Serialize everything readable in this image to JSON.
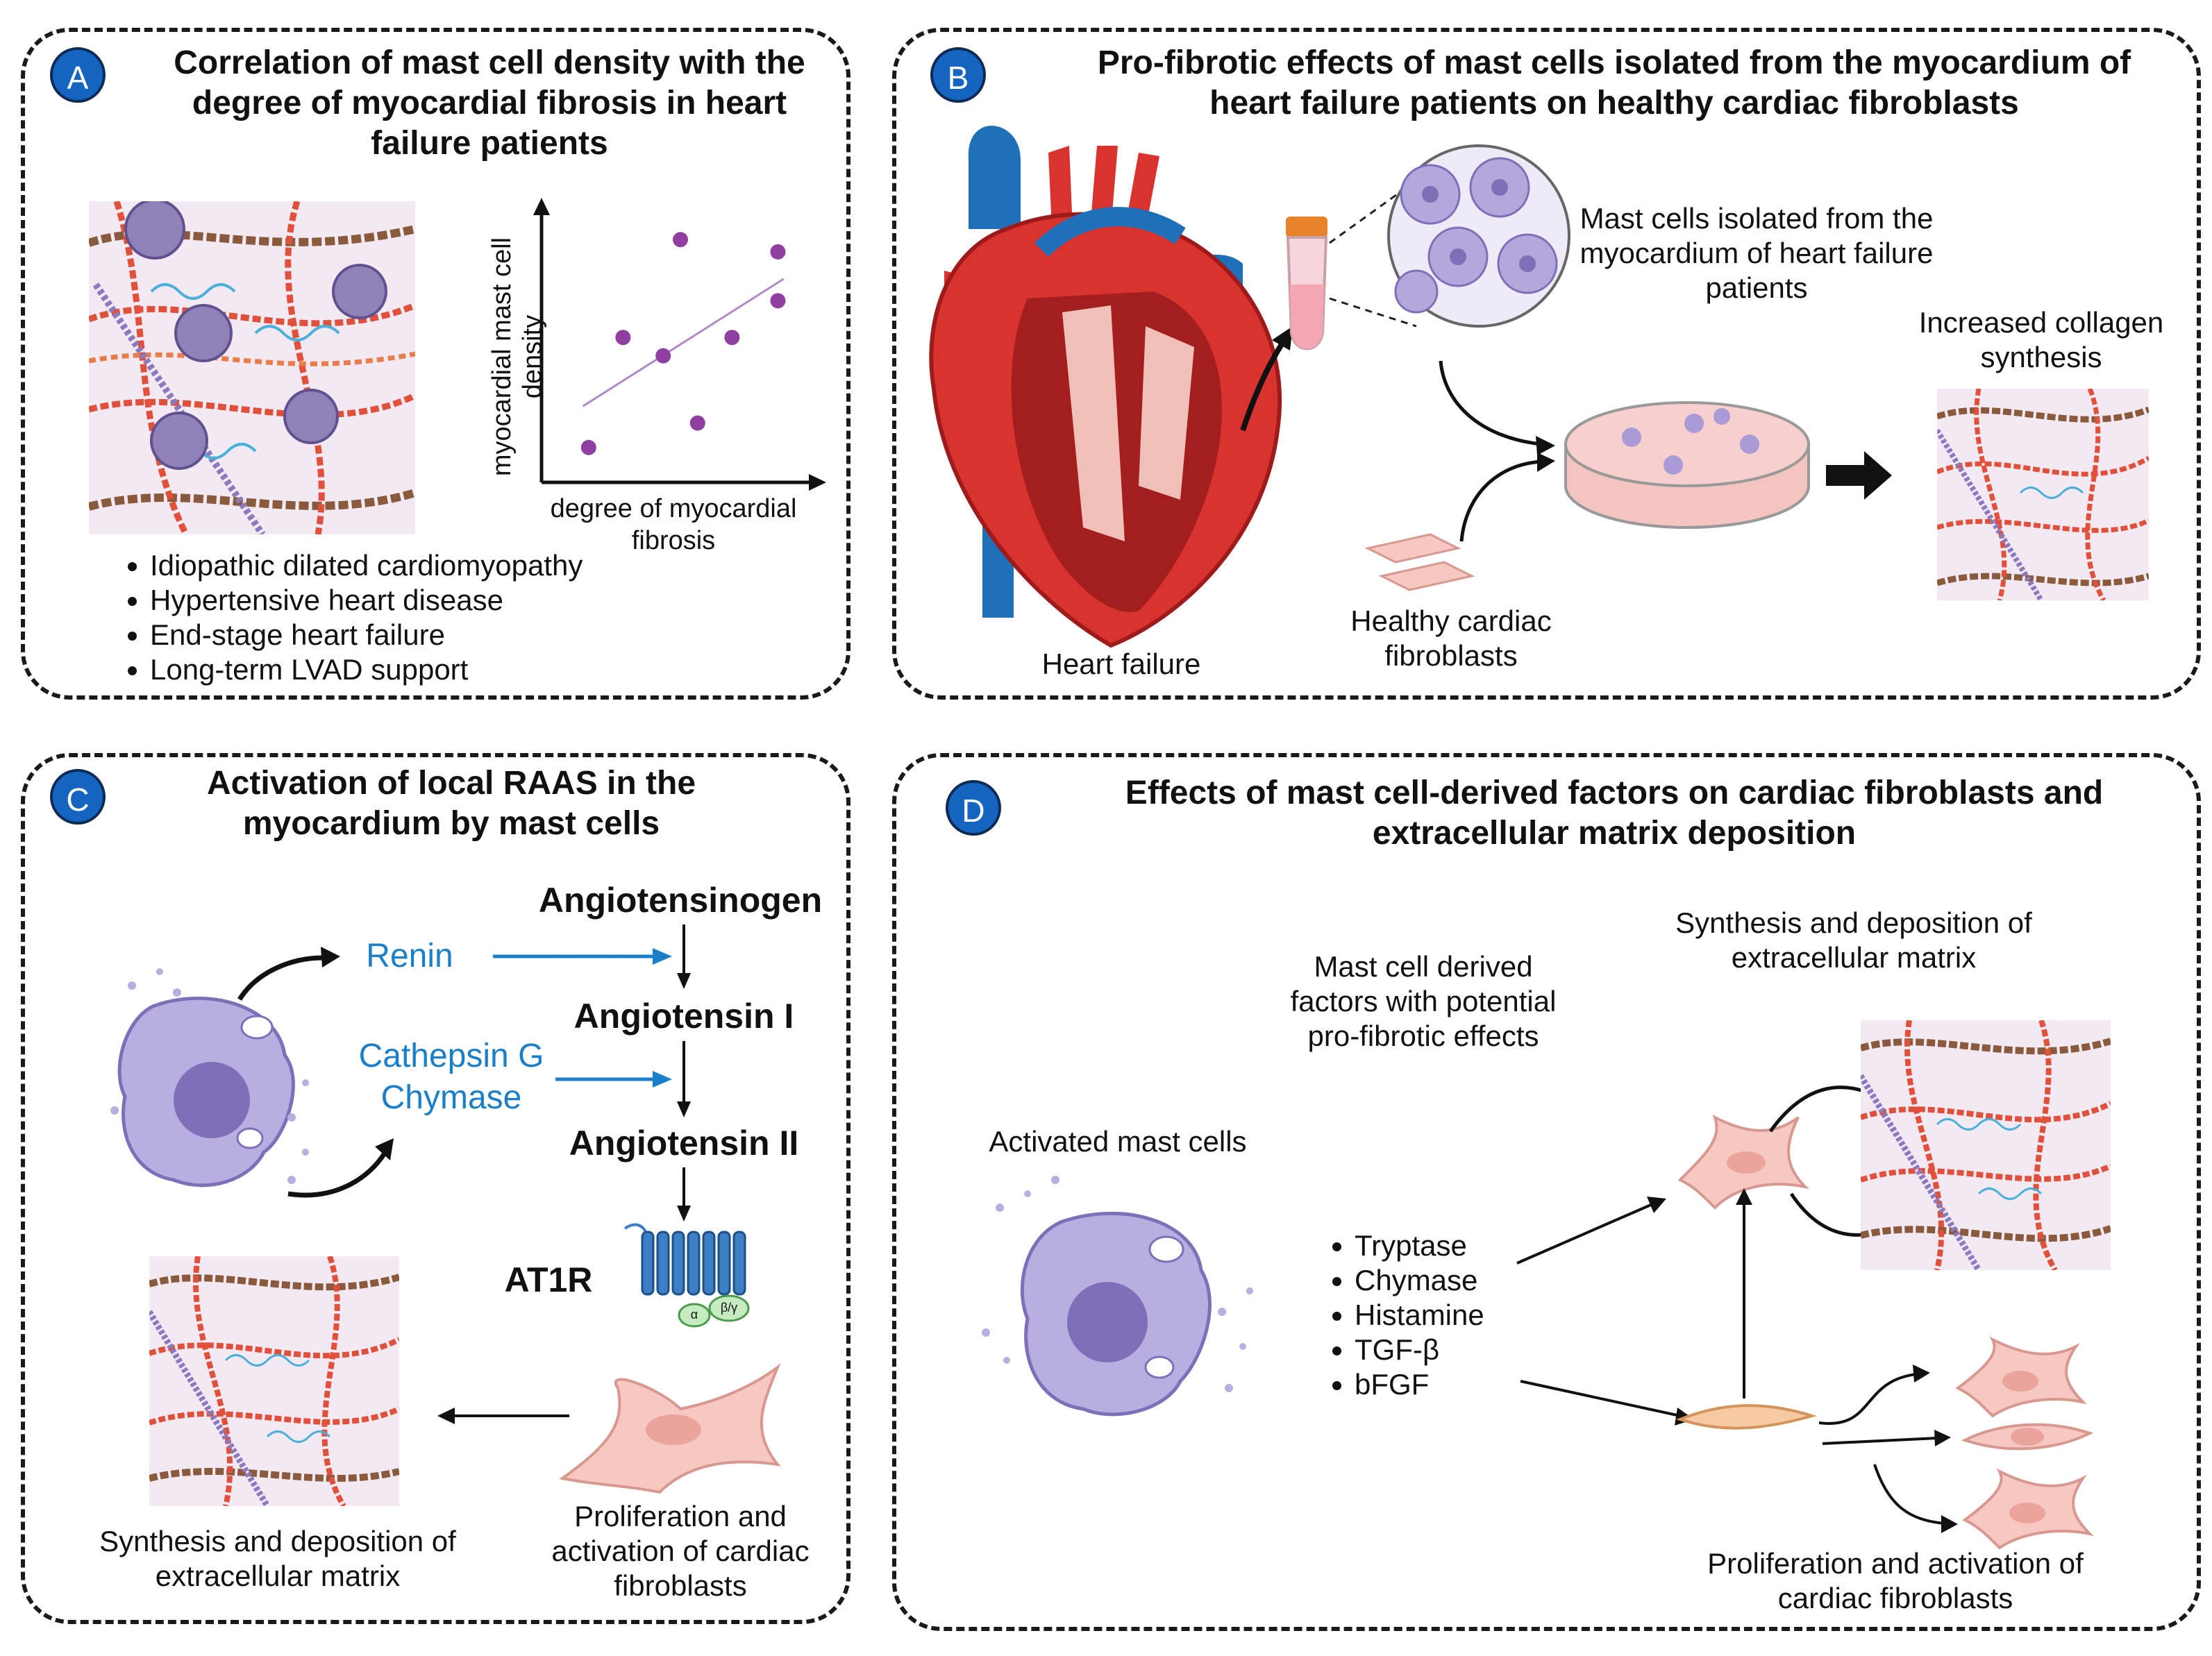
{
  "panels": {
    "a": {
      "badge": "A",
      "title": "Correlation of mast cell density with the degree of myocardial fibrosis in heart failure patients",
      "ylabel": "myocardial mast cell density",
      "xlabel": "degree of myocardial fibrosis",
      "list": [
        "Idiopathic dilated cardiomyopathy",
        "Hypertensive heart disease",
        "End-stage heart failure",
        "Long-term LVAD support"
      ]
    },
    "b": {
      "badge": "B",
      "title": "Pro-fibrotic effects of mast cells isolated from the myocardium of heart failure patients on healthy cardiac fibroblasts",
      "heart_label": "Heart failure",
      "mast_label": "Mast cells isolated from the myocardium of heart failure patients",
      "fibro_label": "Healthy cardiac fibroblasts",
      "result_label": "Increased collagen synthesis"
    },
    "c": {
      "badge": "C",
      "title": "Activation of local RAAS in the myocardium by mast cells",
      "renin": "Renin",
      "cathepsin": "Cathepsin G",
      "chymase": "Chymase",
      "angiotensinogen": "Angiotensinogen",
      "ang1": "Angiotensin I",
      "ang2": "Angiotensin II",
      "at1r": "AT1R",
      "alpha": "α",
      "betagamma": "β/γ",
      "ecm_label": "Synthesis and deposition of extracellular matrix",
      "fibro_label": "Proliferation and activation of cardiac fibroblasts"
    },
    "d": {
      "badge": "D",
      "title": "Effects of mast cell-derived factors on cardiac fibroblasts and extracellular matrix deposition",
      "factors_label": "Mast cell derived factors with potential pro-fibrotic effects",
      "ecm_label": "Synthesis and deposition of extracellular matrix",
      "activated_label": "Activated mast cells",
      "factors": [
        "Tryptase",
        "Chymase",
        "Histamine",
        "TGF-β",
        "bFGF"
      ],
      "fibro_label": "Proliferation and activation of cardiac fibroblasts"
    }
  },
  "colors": {
    "badge": "#1565c0",
    "accent_blue": "#1a7fc8",
    "mast_cell": "#a99bd6",
    "fibroblast": "#f4b6b2",
    "heart_red": "#d8332e",
    "vein_blue": "#1f70b8",
    "collagen_red": "#e0503a",
    "collagen_brown": "#8a5a3c",
    "receptor_blue": "#3d7fc4"
  },
  "chart_data": {
    "type": "scatter",
    "xlabel": "degree of myocardial fibrosis",
    "ylabel": "myocardial mast cell density",
    "x": [
      0.7,
      1.3,
      2.0,
      2.3,
      2.6,
      3.2,
      4.0,
      4.0
    ],
    "y": [
      0.4,
      2.2,
      1.9,
      3.8,
      0.8,
      2.2,
      2.8,
      3.6
    ],
    "trendline": true
  }
}
